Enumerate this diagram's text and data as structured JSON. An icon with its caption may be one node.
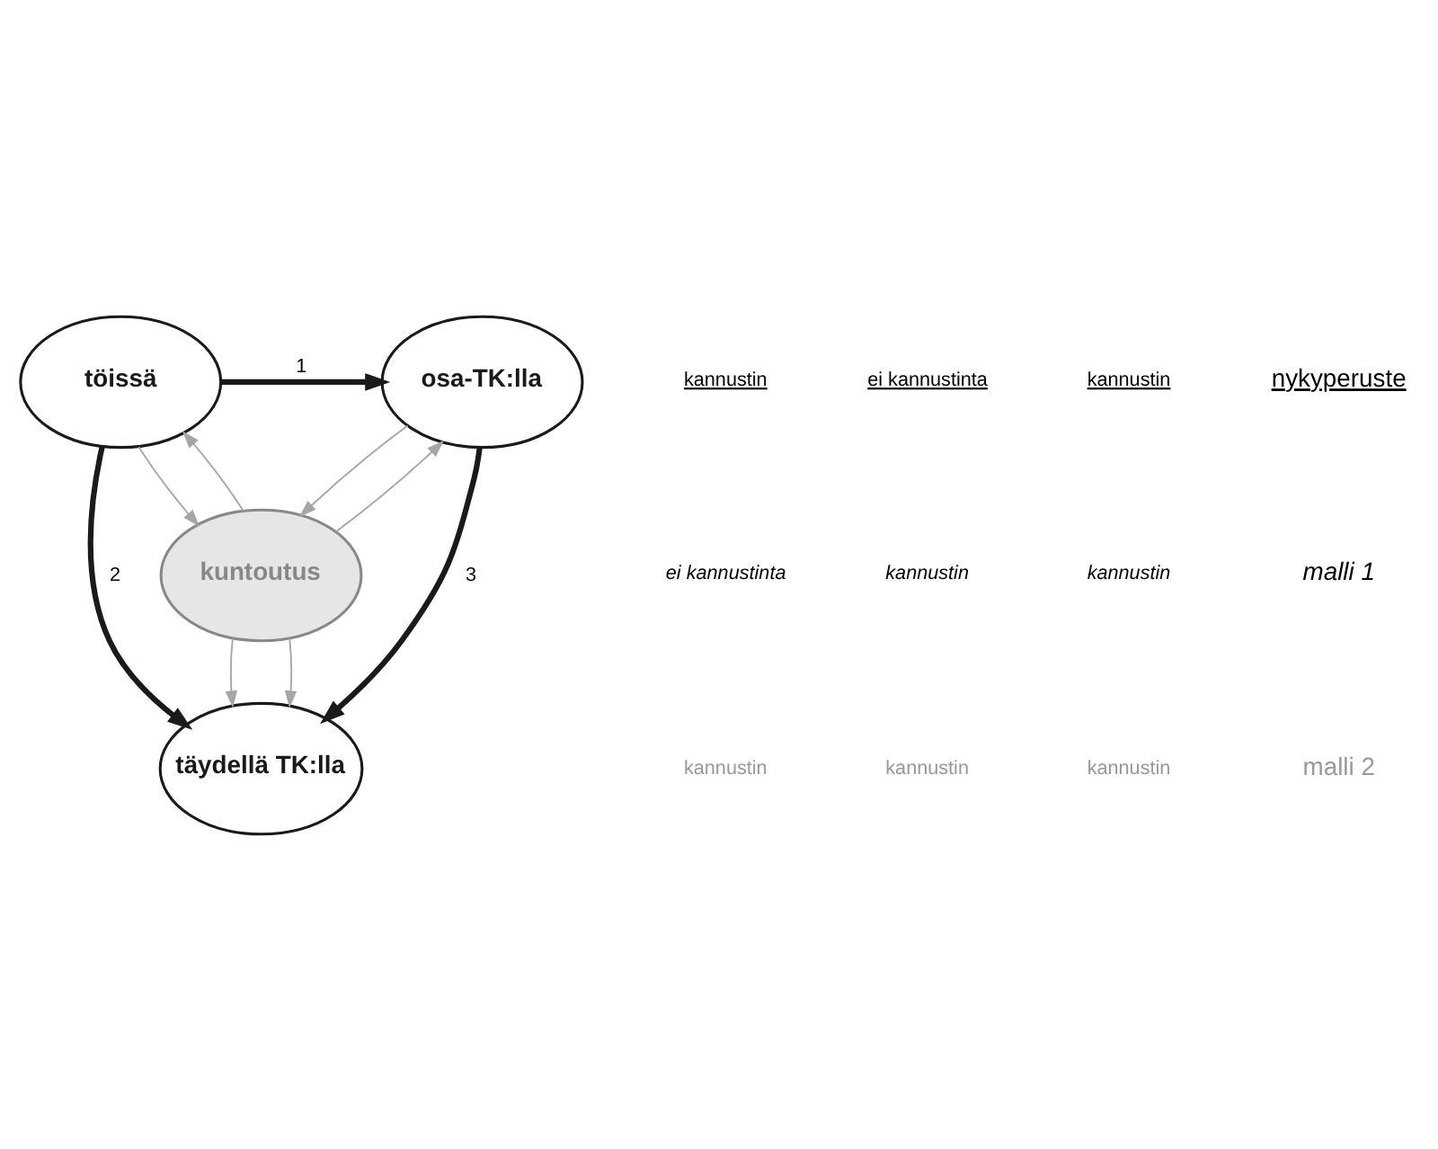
{
  "diagram": {
    "nodes": [
      {
        "text": [
          "töissä"
        ]
      },
      {
        "text": [
          "osa-TK:lla"
        ]
      },
      {
        "text": [
          "kuntoutus"
        ]
      },
      {
        "text": [
          "täydellä TK:lla"
        ]
      }
    ],
    "edges": [
      {
        "from": 0,
        "to": 1,
        "arrow": "to",
        "label": "1",
        "style": "thick",
        "color": "#1a1a1a"
      },
      {
        "from": 1,
        "to": 3,
        "arrow": "to",
        "label": "3",
        "style": "thick",
        "color": "#1a1a1a"
      },
      {
        "from": 0,
        "to": 3,
        "arrow": "to",
        "label": "2",
        "style": "thick",
        "color": "#1a1a1a"
      },
      {
        "from": 2,
        "to": 1,
        "arrow": "to"
      },
      {
        "from": 1,
        "to": 2,
        "arrow": "to"
      },
      {
        "from": 2,
        "to": 0,
        "arrow": "to"
      },
      {
        "from": 0,
        "to": 2,
        "arrow": "to"
      },
      {
        "from": 2,
        "to": 3,
        "arrow": "to"
      },
      {
        "from": 2,
        "to": 3,
        "arrow": "to"
      }
    ],
    "labels": [
      "kannustin",
      "ei kannustinta",
      "kannustin",
      "ei kannustinta",
      "kannustin",
      "kannustin",
      "kannustin",
      "kannustin",
      "kannustin"
    ],
    "legend": [
      {
        "text": "nykyperuste"
      },
      {
        "text": "malli 1"
      },
      {
        "text": "malli 2"
      }
    ]
  }
}
